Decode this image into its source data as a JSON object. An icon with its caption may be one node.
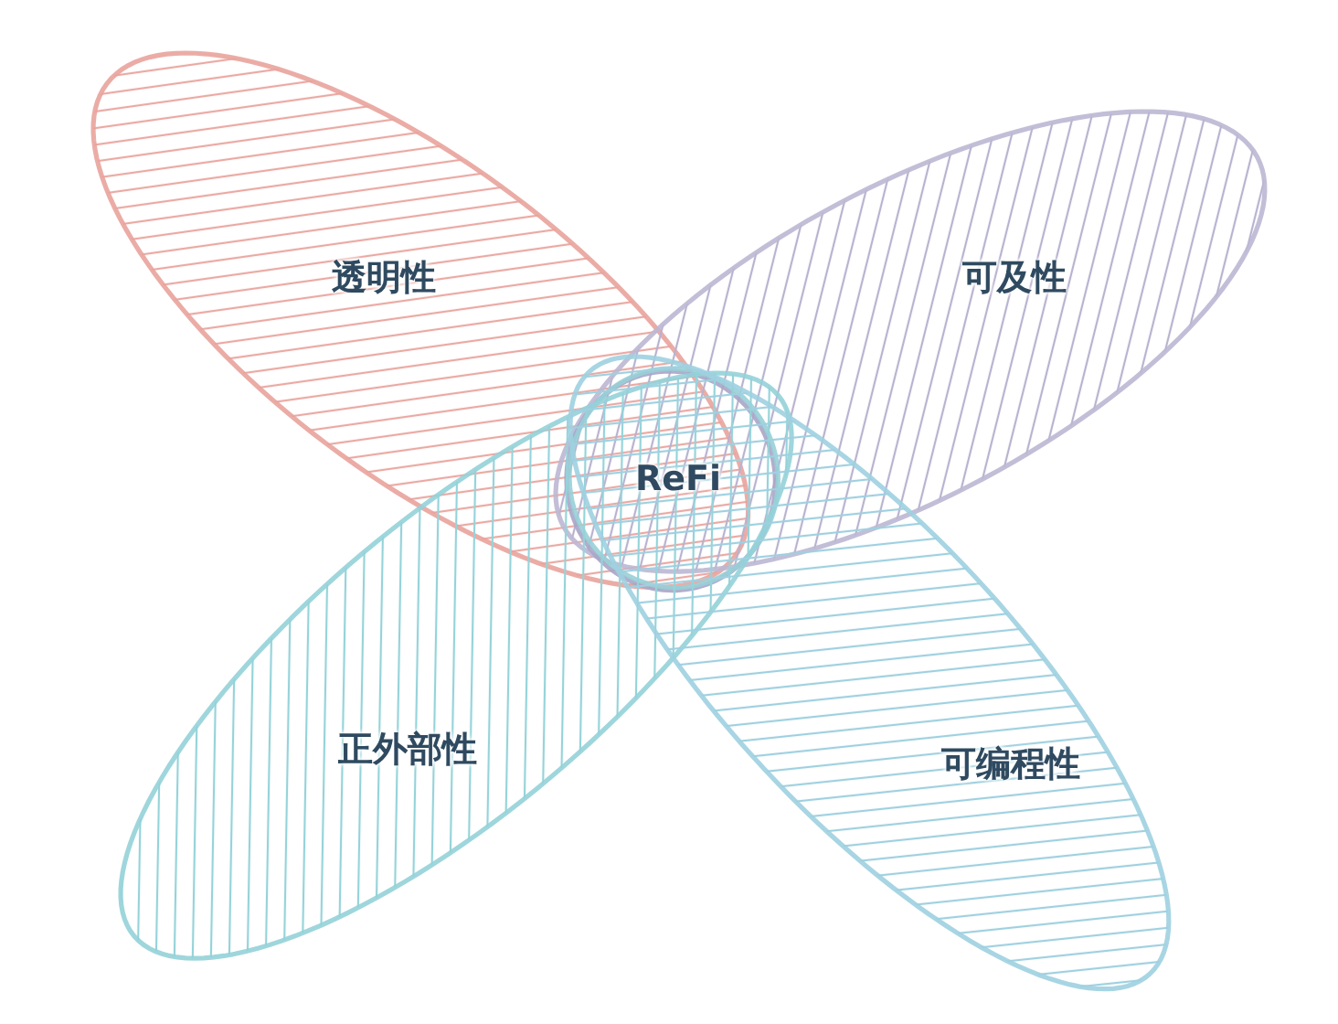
{
  "diagram": {
    "nodes": [
      {
        "text": [
          "透明性"
        ]
      },
      {
        "text": [
          "可及性"
        ]
      },
      {
        "text": [
          "ReFi"
        ]
      },
      {
        "text": [
          "正外部性"
        ]
      },
      {
        "text": [
          "可编程性"
        ]
      }
    ]
  }
}
